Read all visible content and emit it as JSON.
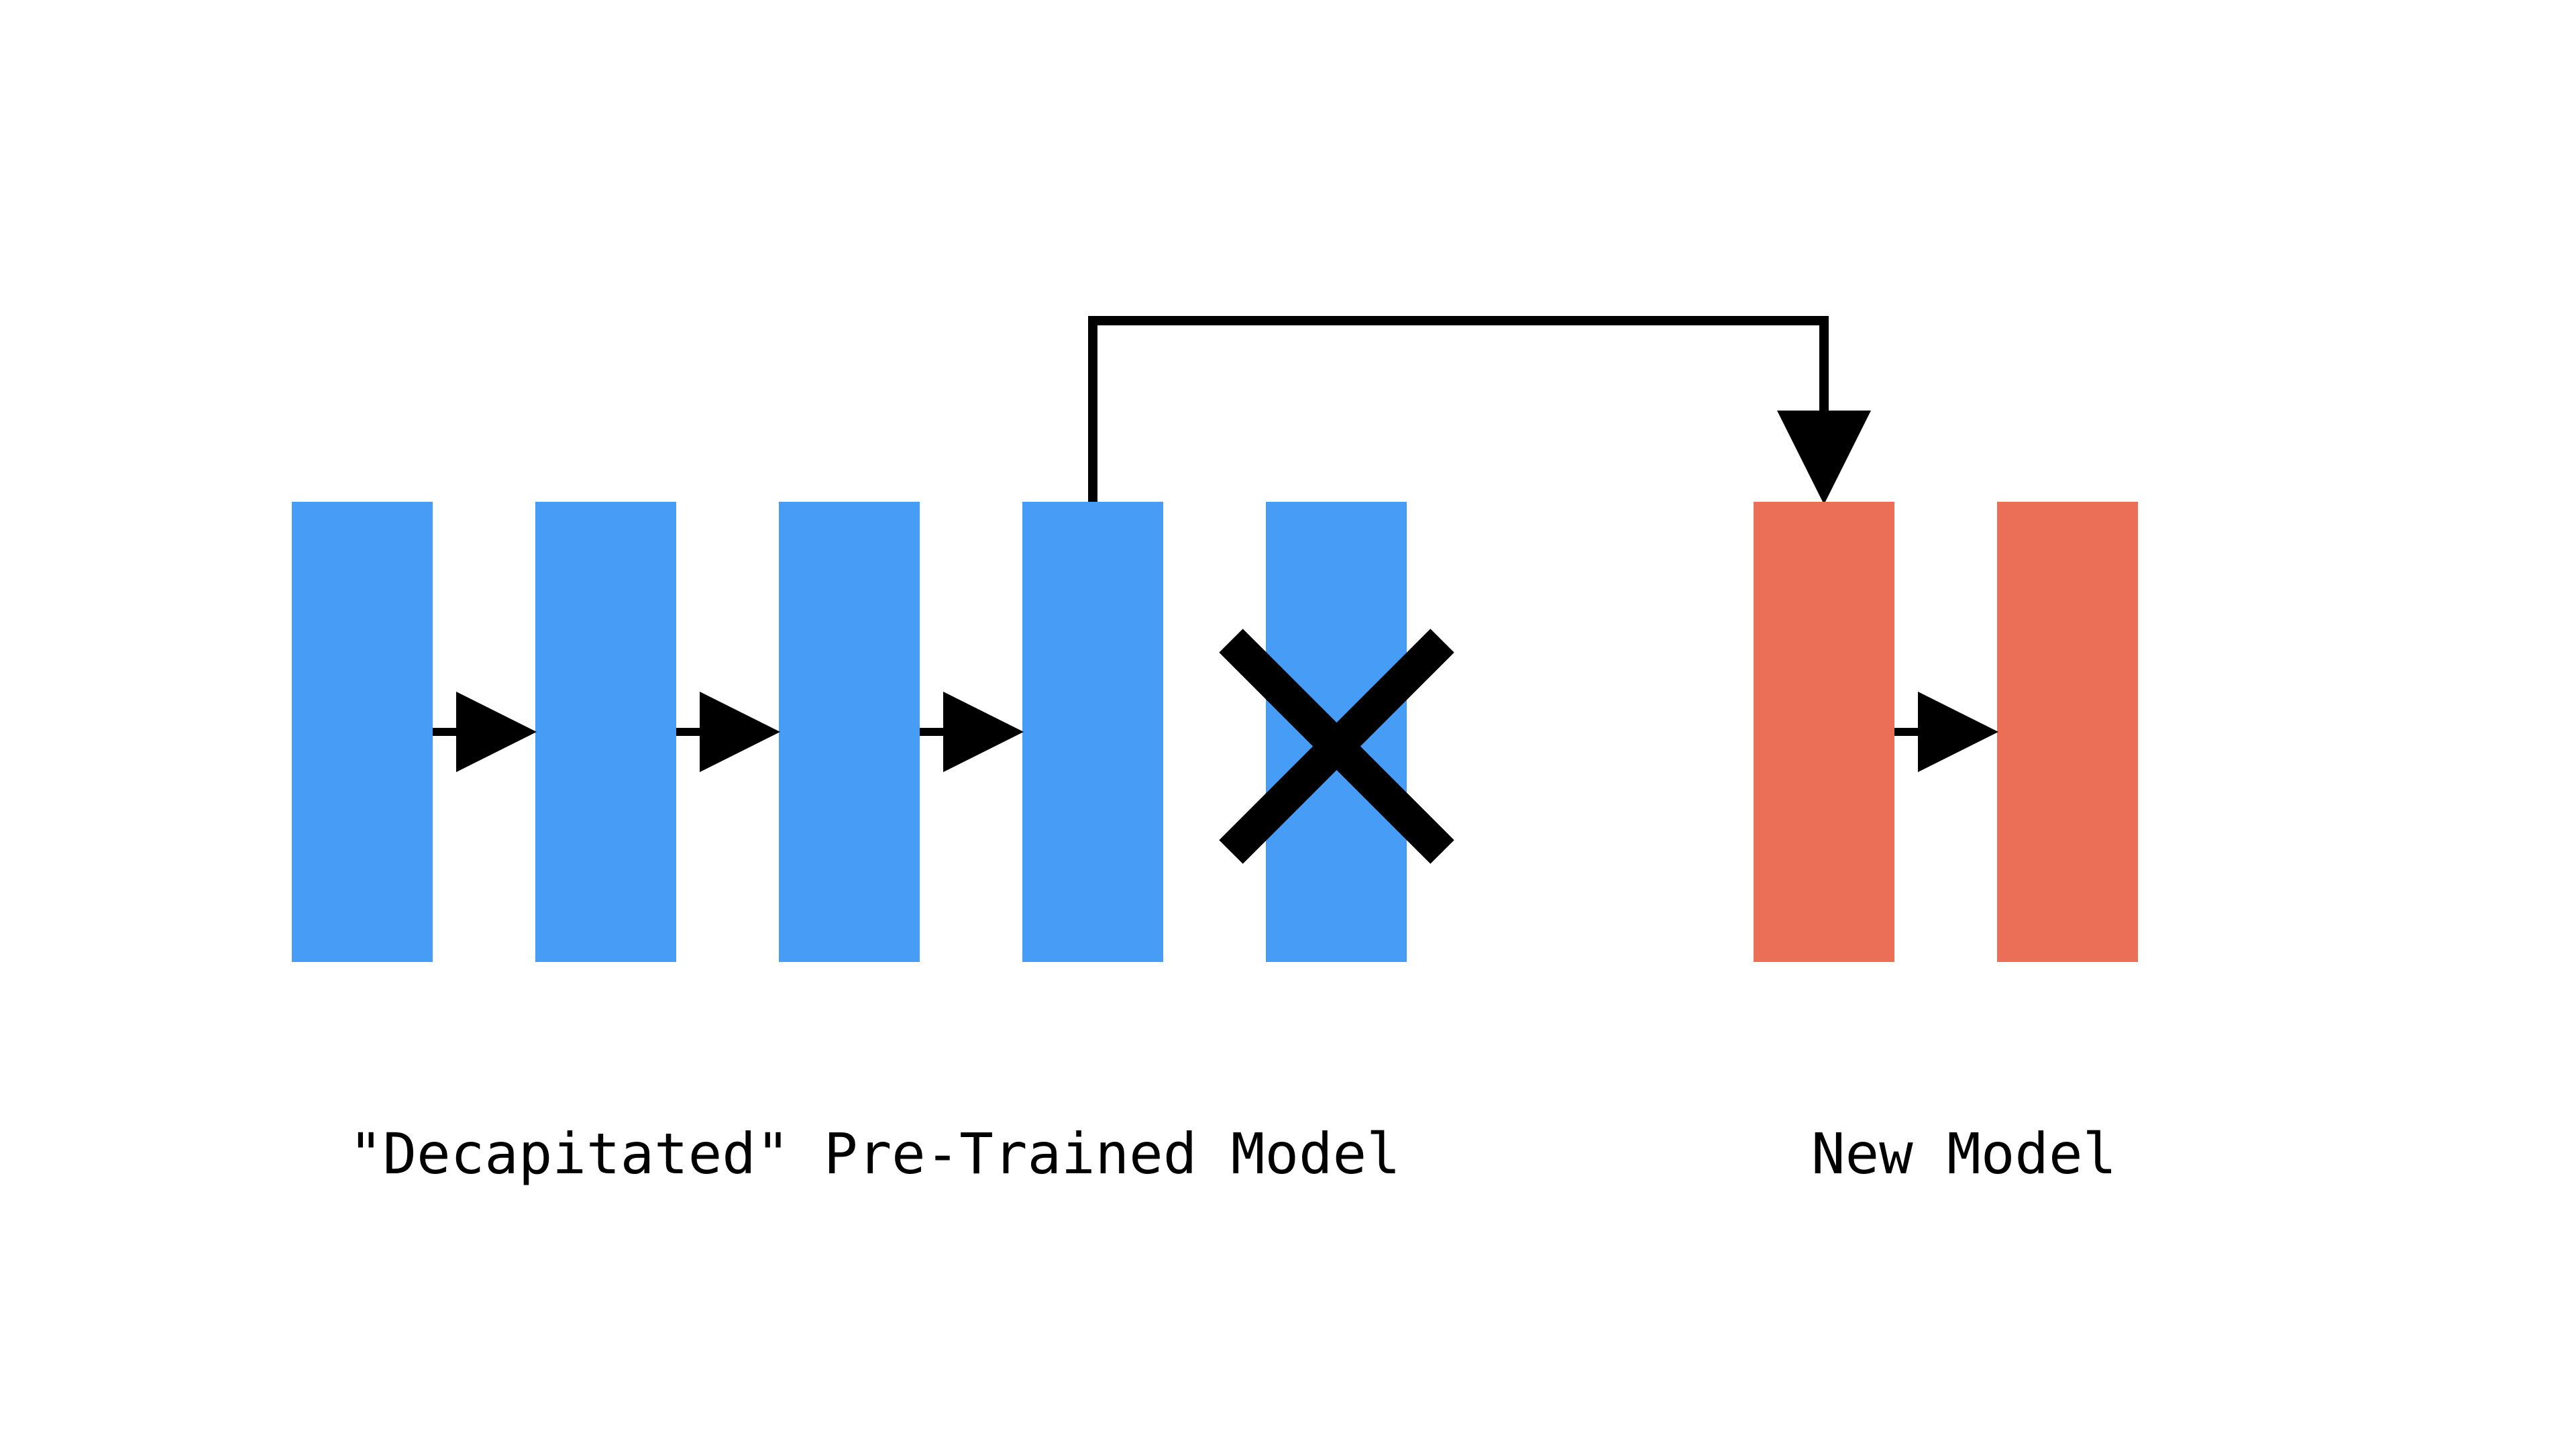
{
  "colors": {
    "pretrained_layer": "#479DF6",
    "new_layer": "#EB6E57",
    "stroke": "#000000",
    "background": "#FFFFFF"
  },
  "pretrained_model": {
    "label": "\"Decapitated\" Pre-Trained Model",
    "layer_count": 5,
    "removed_layer_icon": "x-cross-icon"
  },
  "new_model": {
    "label": "New Model",
    "layer_count": 2
  }
}
